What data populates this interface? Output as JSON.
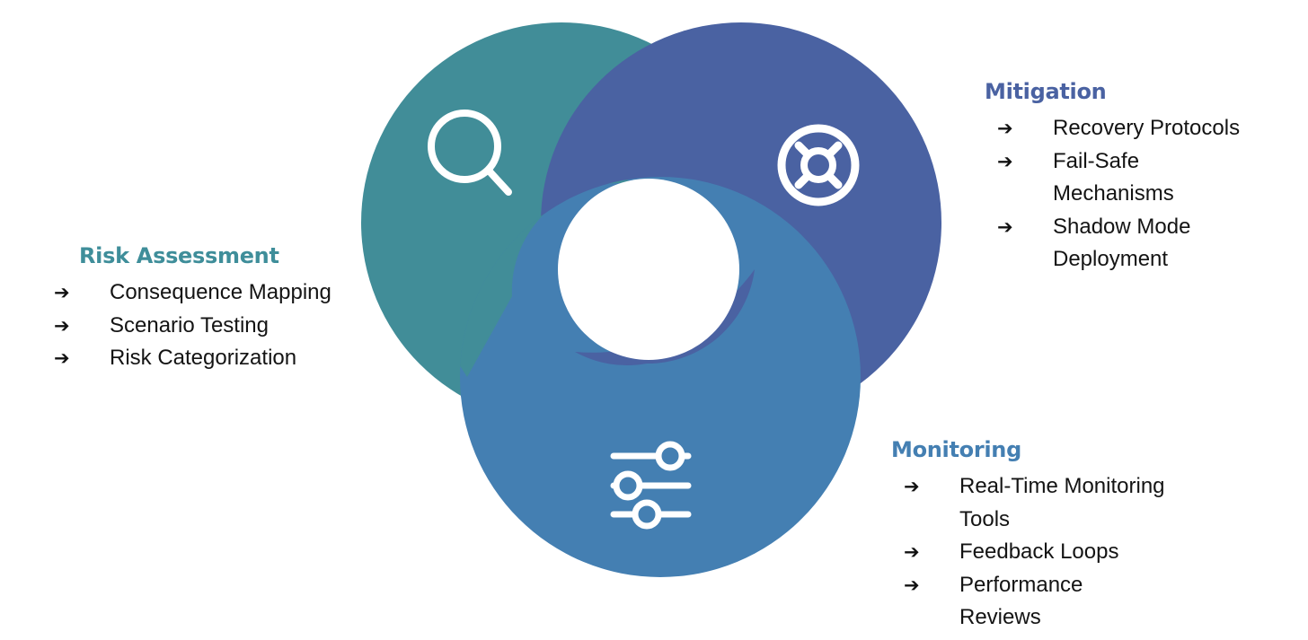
{
  "colors": {
    "teal": "#418d98",
    "indigo": "#4a62a2",
    "blue": "#447fb2",
    "background": "#ffffff",
    "text": "#141414"
  },
  "sections": {
    "risk": {
      "title": "Risk Assessment",
      "color": "#3f8e9a",
      "icon": "search-icon",
      "items": [
        "Consequence Mapping",
        "Scenario Testing",
        "Risk Categorization"
      ]
    },
    "mitigation": {
      "title": "Mitigation",
      "color": "#4a62a2",
      "icon": "lifebuoy-icon",
      "items": [
        "Recovery Protocols",
        "Fail-Safe Mechanisms",
        "Shadow Mode Deployment"
      ]
    },
    "monitoring": {
      "title": "Monitoring",
      "color": "#447fb2",
      "icon": "sliders-icon",
      "items": [
        "Real-Time Monitoring Tools",
        "Feedback Loops",
        "Performance Reviews"
      ]
    }
  },
  "arrow_glyph": "➔"
}
